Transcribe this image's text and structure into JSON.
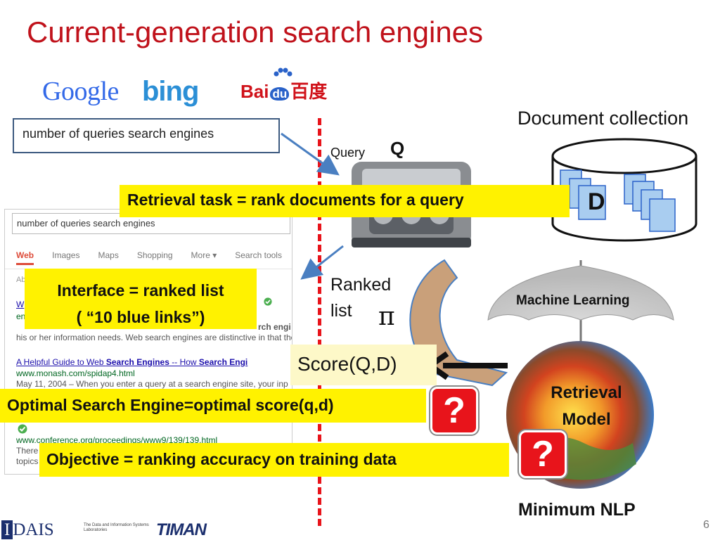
{
  "slide": {
    "title": "Current-generation search engines",
    "page_number": "6"
  },
  "logos": {
    "google": "Google",
    "bing": "bing",
    "baidu_left": "Bai",
    "baidu_du": "du",
    "baidu_right": "百度"
  },
  "query_box_text": "number of queries search engines",
  "browser": {
    "search_value": "number of queries search engines",
    "tabs": [
      "Web",
      "Images",
      "Maps",
      "Shopping",
      "More ▾",
      "Search tools"
    ],
    "about_text": "Ab",
    "result1": {
      "frag_a": "W",
      "frag_b": "en",
      "frag_c": "rch engi",
      "line3": "his or her information needs. Web search engines are distinctive in that the"
    },
    "result2": {
      "title_plain": "A Helpful Guide to Web ",
      "title_bold": "Search Engines",
      "title_rest": " -- How ",
      "title_bold2": "Search Engi",
      "url": "www.monash.com/spidap4.html",
      "snippet": "May 11, 2004 – When you enter a query at a search engine site, your inp"
    },
    "result3": {
      "url": "www.conference.org/proceedings/www9/139/139.html",
      "snippet1": "There",
      "snippet2": "topics"
    }
  },
  "bars": {
    "retrieval_task": "Retrieval task = rank documents for a query",
    "interface_line1": "Interface = ranked list",
    "interface_line2": "( “10 blue links”)",
    "optimal": "Optimal Search Engine=optimal score(q,d)",
    "objective": "Objective = ranking accuracy on training data"
  },
  "labels": {
    "query": "Query",
    "query_symbol": "Q",
    "ranked_line1": "Ranked",
    "ranked_line2": "list",
    "pi": "π",
    "score": "Score(Q,D)",
    "document_collection": "Document collection",
    "doc_letter": "D",
    "machine_learning": "Machine Learning",
    "retrieval_model_line1": "Retrieval",
    "retrieval_model_line2": "Model",
    "minimum_nlp": "Minimum NLP",
    "question_mark": "?"
  },
  "footer": {
    "dais_i": "I",
    "dais_rest": "DAIS",
    "dais_sub": "The Data and Information Systems Laboratories",
    "timan": "TIMAN"
  },
  "colors": {
    "title_red": "#c0121b",
    "highlight_yellow": "#fff200",
    "score_bg": "#fdf8c8",
    "dashed_red": "#e8141b",
    "doc_blue": "#a9cdf0"
  }
}
